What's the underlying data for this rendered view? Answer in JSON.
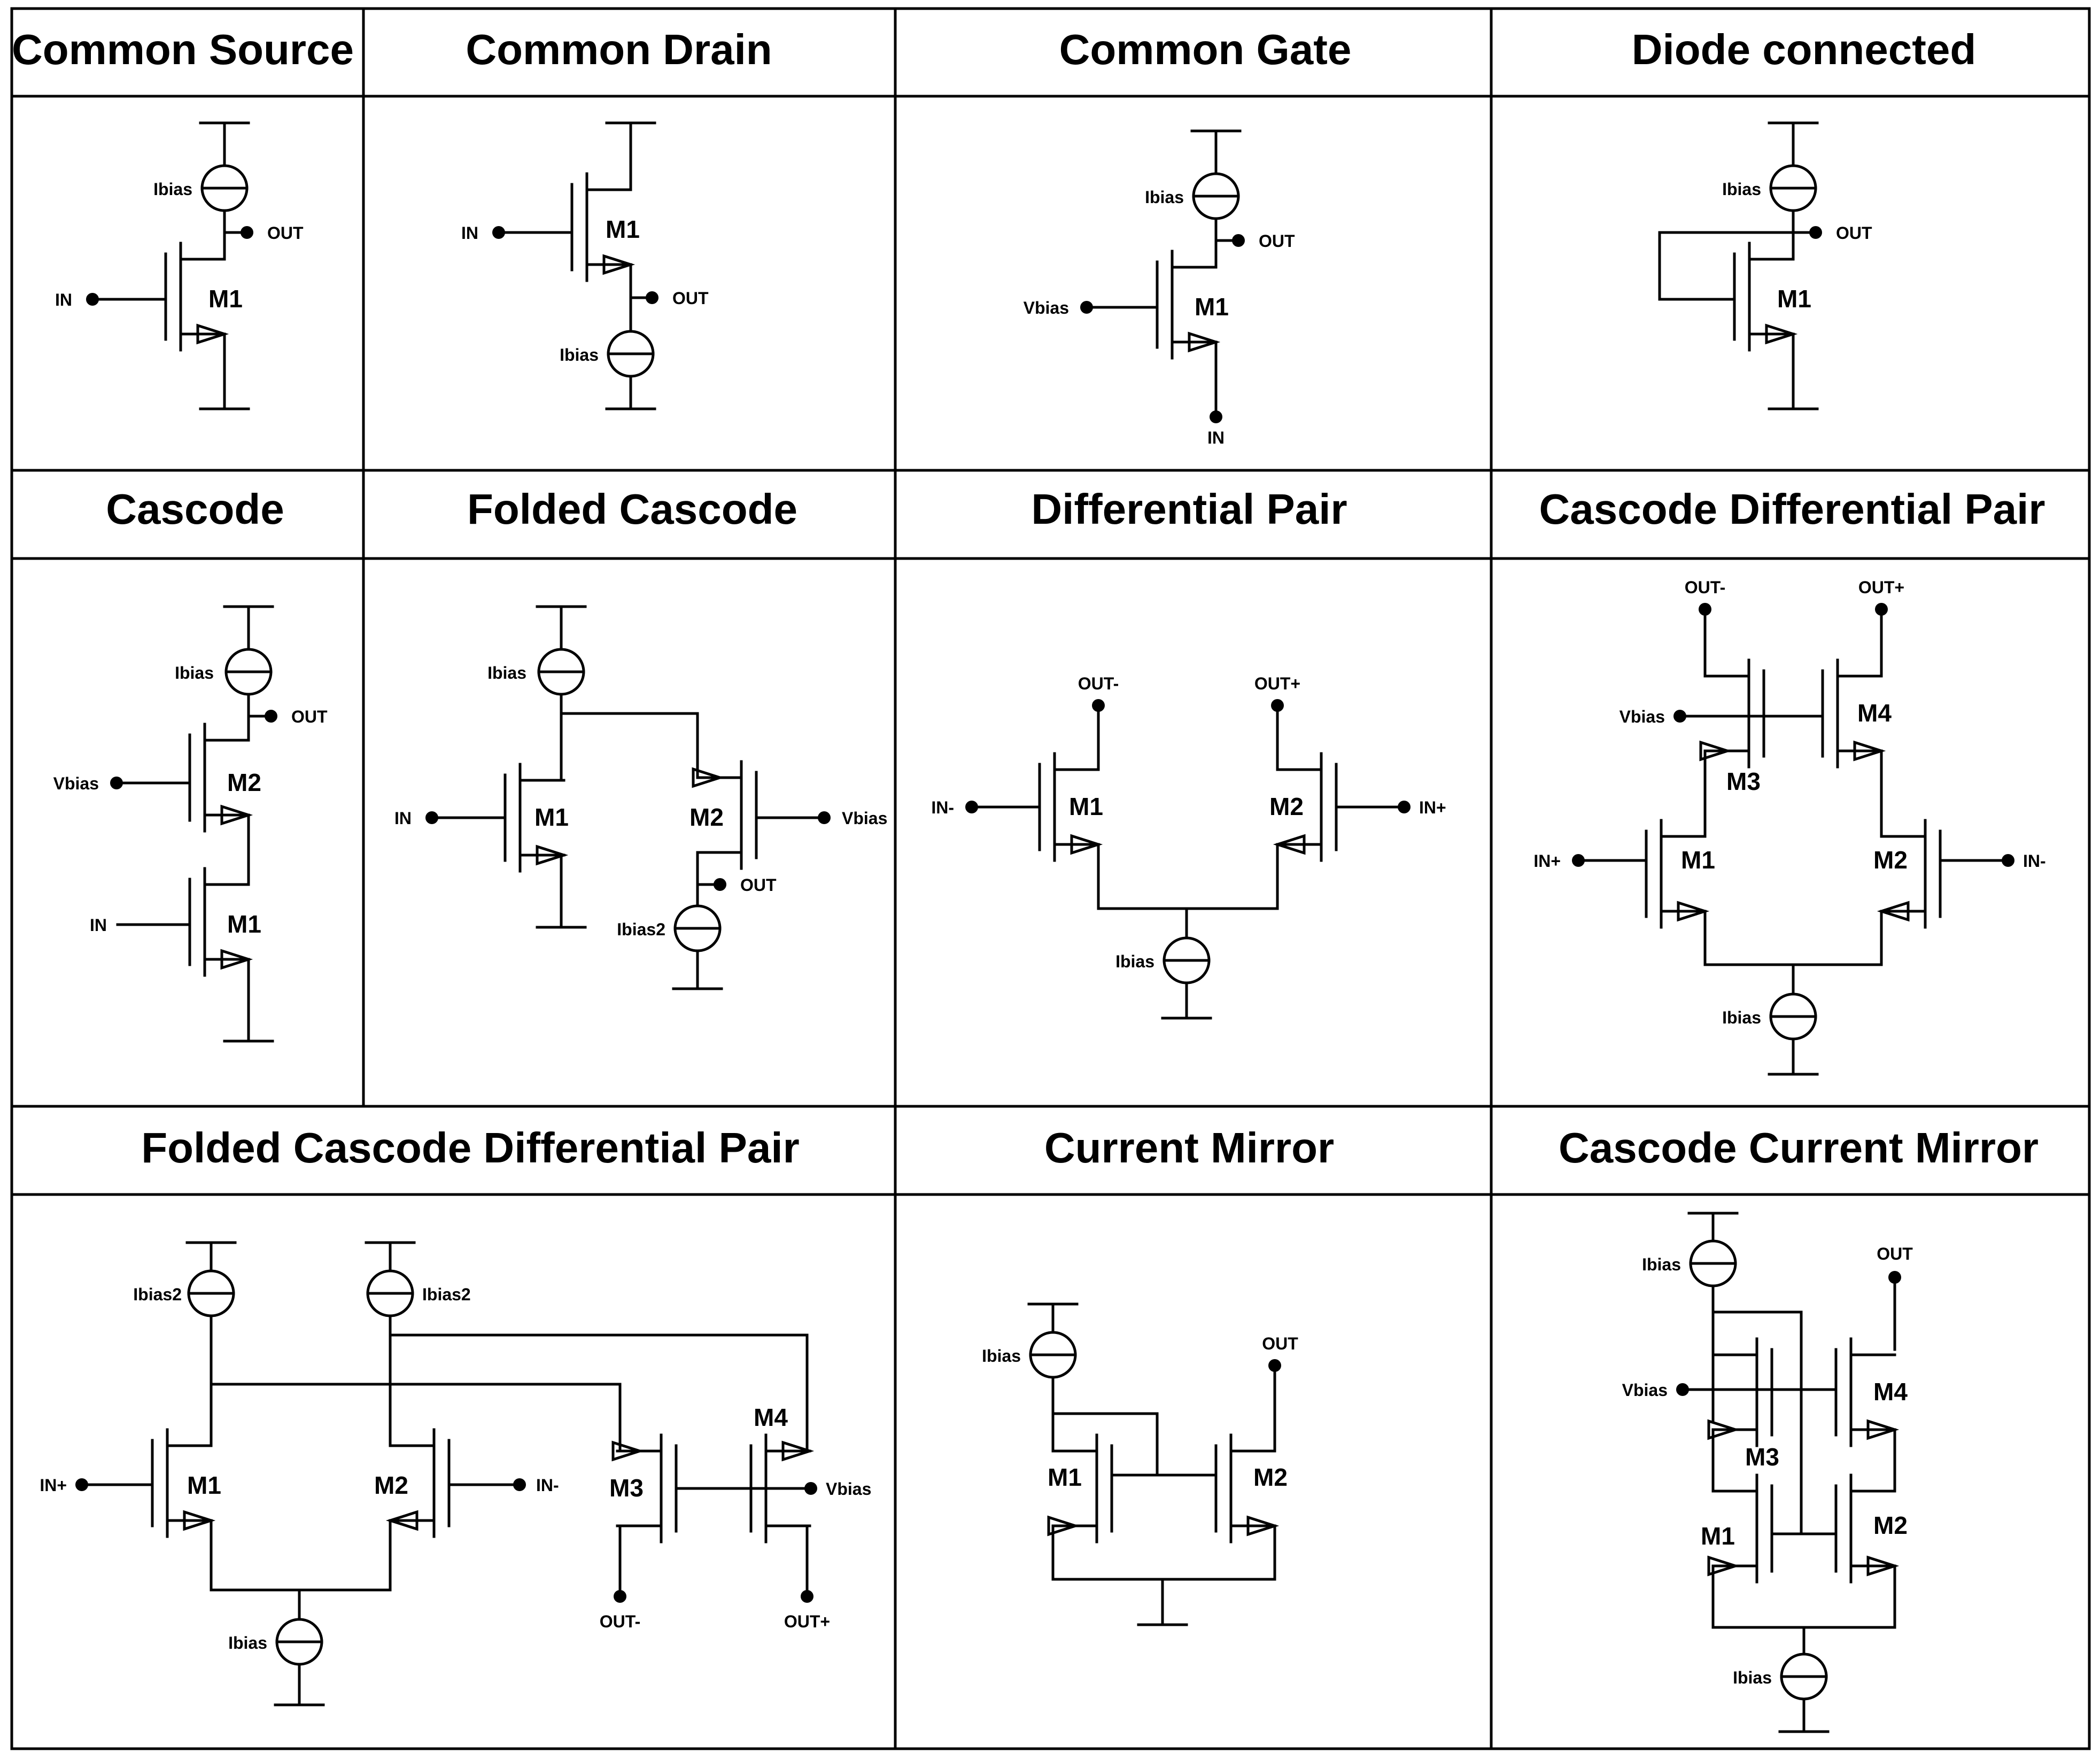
{
  "titles": {
    "common_source": "Common Source",
    "common_drain": "Common Drain",
    "common_gate": "Common Gate",
    "diode_connected": "Diode connected",
    "cascode": "Cascode",
    "folded_cascode": "Folded Cascode",
    "differential_pair": "Differential Pair",
    "cascode_differential_pair": "Cascode Differential Pair",
    "folded_cascode_differential_pair": "Folded Cascode Differential Pair",
    "current_mirror": "Current Mirror",
    "cascode_current_mirror": "Cascode Current Mirror"
  },
  "labels": {
    "in": "IN",
    "out": "OUT",
    "ibias": "Ibias",
    "ibias2": "Ibias2",
    "vbias": "Vbias",
    "in_minus": "IN-",
    "in_plus": "IN+",
    "out_minus": "OUT-",
    "out_plus": "OUT+"
  },
  "devices": {
    "m1": "M1",
    "m2": "M2",
    "m3": "M3",
    "m4": "M4"
  }
}
